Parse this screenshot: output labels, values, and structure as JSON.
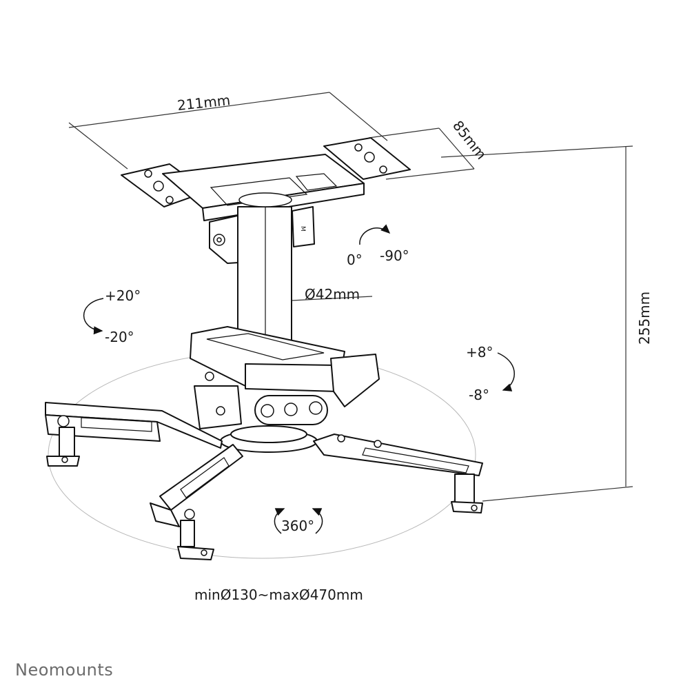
{
  "dimensions": {
    "width_label": "211mm",
    "depth_label": "85mm",
    "height_label": "255mm",
    "tube_label": "Ø42mm",
    "range_label": "minØ130~maxØ470mm"
  },
  "rotations": {
    "swivel_start": "0°",
    "swivel_end": "-90°",
    "tilt_plus": "+20°",
    "tilt_minus": "-20°",
    "roll_plus": "+8°",
    "roll_minus": "-8°",
    "full_rotation": "360°"
  },
  "brand": "Neomounts",
  "colors": {
    "line": "#111111",
    "brand_text": "#6b6b6b"
  }
}
